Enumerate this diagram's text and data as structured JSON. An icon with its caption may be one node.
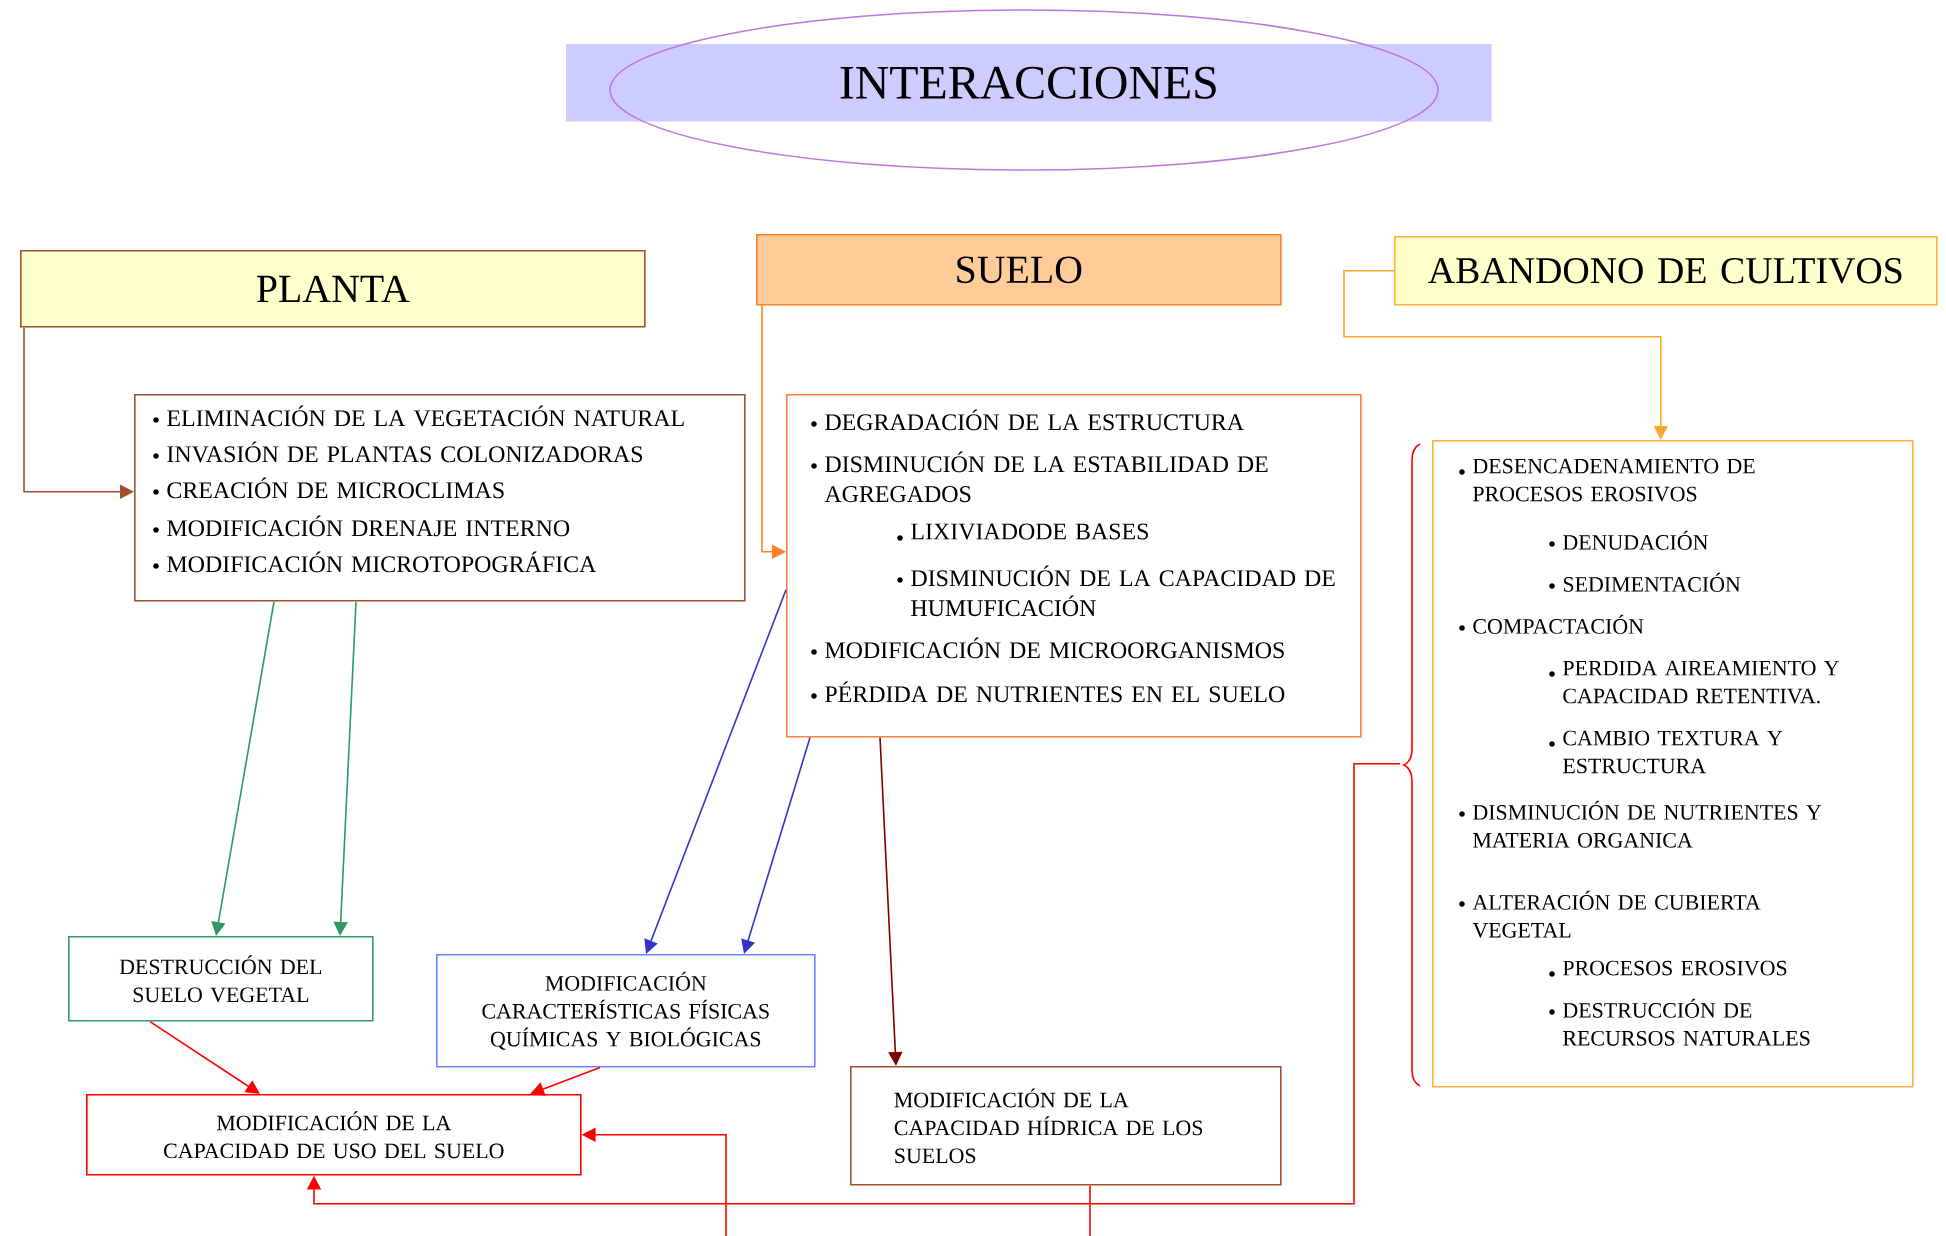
{
  "diagram": {
    "nodes": [
      {
        "text": [
          "INTERACCIONES"
        ]
      },
      {
        "text": [
          "PLANTA"
        ]
      },
      {
        "text": [
          "ELIMINACIÓN DE LA VEGETACIÓN NATURAL",
          "INVASIÓN DE PLANTAS COLONIZADORAS",
          "CREACIÓN DE MICROCLIMAS",
          "MODIFICACIÓN DRENAJE INTERNO",
          "MODIFICACIÓN MICROTOPOGRÁFICA"
        ]
      },
      {
        "text": [
          "SUELO"
        ]
      },
      {
        "text": [
          "DEGRADACIÓN DE LA ESTRUCTURA",
          "DISMINUCIÓN DE LA ESTABILIDAD DE AGREGADOS",
          "LIXIVIADODE BASES",
          "DISMINUCIÓN DE LA CAPACIDAD DE HUMUFICACIÓN",
          "MODIFICACIÓN DE MICROORGANISMOS",
          "PÉRDIDA DE NUTRIENTES EN EL SUELO"
        ]
      },
      {
        "text": [
          "ABANDONO DE CULTIVOS"
        ]
      },
      {
        "text": [
          "DESENCADENAMIENTO DE PROCESOS EROSIVOS",
          "DENUDACIÓN",
          "SEDIMENTACIÓN",
          "COMPACTACIÓN",
          "PERDIDA AIREAMIENTO Y CAPACIDAD RETENTIVA.",
          "CAMBIO TEXTURA Y ESTRUCTURA",
          "DISMINUCIÓN DE NUTRIENTES Y MATERIA ORGANICA",
          "ALTERACIÓN DE CUBIERTA VEGETAL",
          "PROCESOS EROSIVOS",
          "DESTRUCCIÓN DE RECURSOS NATURALES"
        ]
      },
      {
        "text": [
          "DESTRUCCIÓN DEL SUELO VEGETAL"
        ]
      },
      {
        "text": [
          "MODIFICACIÓN CARACTERÍSTICAS FÍSICAS QUÍMICAS Y BIOLÓGICAS"
        ]
      },
      {
        "text": [
          "MODIFICACIÓN DE LA CAPACIDAD DE USO DEL SUELO"
        ]
      },
      {
        "text": [
          "MODIFICACIÓN DE LA CAPACIDAD HÍDRICA DE LOS SUELOS"
        ]
      }
    ],
    "edges": [
      {
        "from": 1,
        "to": 2,
        "arrow": "to",
        "color": "#a0522d"
      },
      {
        "from": 3,
        "to": 4,
        "arrow": "to",
        "color": "#ff7f27"
      },
      {
        "from": 5,
        "to": 6,
        "arrow": "to",
        "color": "#ffa530"
      },
      {
        "from": 2,
        "to": 7,
        "arrow": "to",
        "color": "#2e9960"
      },
      {
        "from": 2,
        "to": 7,
        "arrow": "to",
        "color": "#2e9960"
      },
      {
        "from": 4,
        "to": 8,
        "arrow": "to",
        "color": "#3333cc"
      },
      {
        "from": 4,
        "to": 8,
        "arrow": "to",
        "color": "#3333cc"
      },
      {
        "from": 4,
        "to": 10,
        "arrow": "to",
        "color": "#7f0000"
      },
      {
        "from": 7,
        "to": 9,
        "arrow": "to",
        "color": "#ff0000"
      },
      {
        "from": 8,
        "to": 9,
        "arrow": "to",
        "color": "#ff0000"
      },
      {
        "from": 6,
        "to": 9,
        "arrow": "to",
        "color": "#ff0000"
      },
      {
        "from": null,
        "to": 9,
        "arrow": "to",
        "color": "#ff0000"
      },
      {
        "from": 10,
        "to": null,
        "arrow": "none",
        "color": "#ff0000"
      }
    ]
  }
}
